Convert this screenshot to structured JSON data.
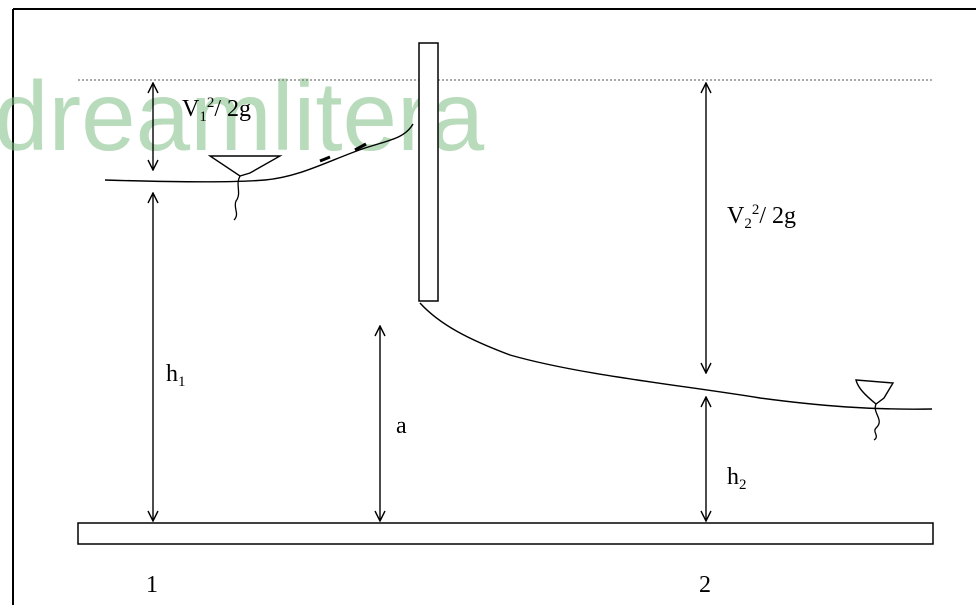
{
  "watermark": "dreamlitera",
  "labels": {
    "v1_head": {
      "base": "V",
      "sub": "1",
      "sup": "2",
      "tail": "/ 2g"
    },
    "v2_head": {
      "base": "V",
      "sub": "2",
      "sup": "2",
      "tail": "/ 2g"
    },
    "h1": {
      "base": "h",
      "sub": "1"
    },
    "h2": {
      "base": "h",
      "sub": "2"
    },
    "a": "a",
    "section_1": "1",
    "section_2": "2"
  },
  "colors": {
    "line": "#000000",
    "watermark": "#7fbf85",
    "energy_line": "#777777"
  }
}
